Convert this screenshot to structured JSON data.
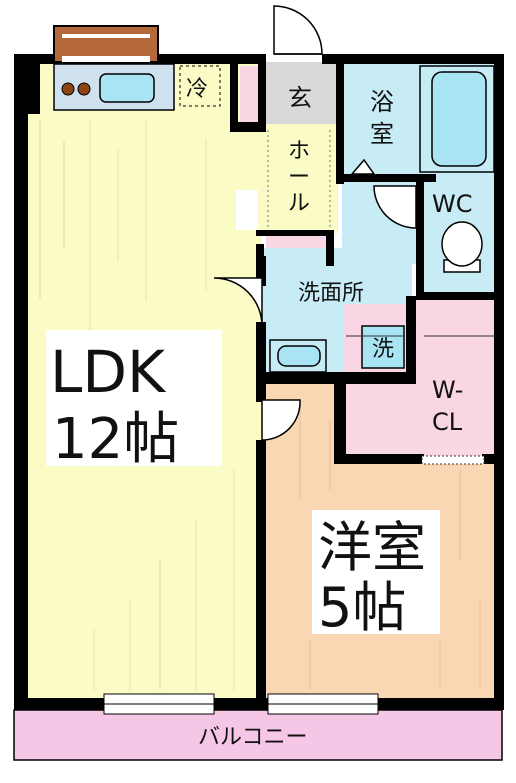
{
  "rooms": {
    "ldk": {
      "name": "LDK",
      "size": "12帖"
    },
    "western": {
      "name": "洋室",
      "size": "5帖"
    },
    "entrance": "玄",
    "hall": [
      "ホ",
      "ー",
      "ル"
    ],
    "bath": [
      "浴",
      "室"
    ],
    "wc": "WC",
    "washroom": "洗面所",
    "washer": "洗",
    "closet": [
      "W-",
      "CL"
    ],
    "fridge": "冷",
    "balcony": "バルコニー"
  },
  "colors": {
    "ldk_floor": "#fbfbc6",
    "western_floor": "#f9d7b2",
    "wet_area": "#c8ecf6",
    "entrance_floor": "#d9d9d9",
    "closet_floor": "#f9d6e4",
    "balcony": "#f6c6e6",
    "wall": "#000000"
  }
}
